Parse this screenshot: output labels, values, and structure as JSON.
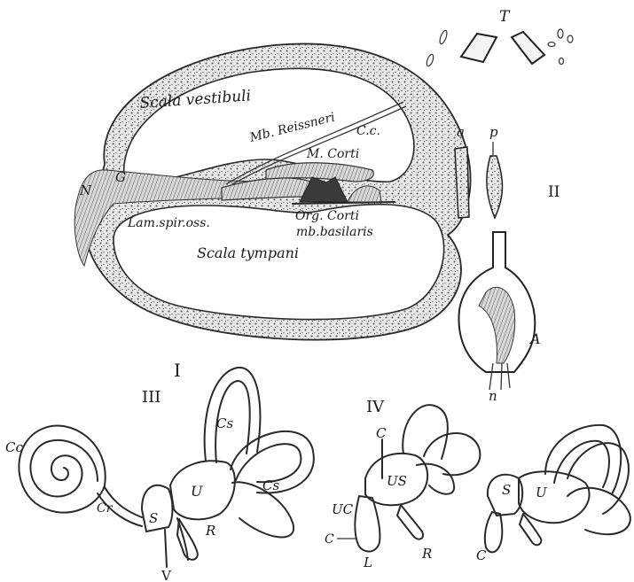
{
  "figure_I": {
    "roman_label": "I",
    "scala_vestibuli": "Scala vestibuli",
    "mb_reissneri": "Mb. Reissneri",
    "cc": "C.c.",
    "m_corti": "M. Corti",
    "n": "N",
    "g": "G",
    "lam_spir_oss": "Lam.spir.oss.",
    "org_corti": "Org. Corti",
    "mb_basilaris": "mb.basilaris",
    "scala_tympani": "Scala tympani"
  },
  "figure_II": {
    "roman_label": "II",
    "t": "T",
    "a": "a",
    "p": "p",
    "A": "A",
    "n": "n"
  },
  "figure_III": {
    "roman_label": "III",
    "cc": "Cc",
    "cs_top": "Cs",
    "cs_right": "Cs",
    "cr": "Cr",
    "s": "S",
    "u": "U",
    "r": "R",
    "v": "V"
  },
  "figure_IV": {
    "roman_label": "IV",
    "c_top": "C",
    "uc": "UC",
    "us": "US",
    "c_left": "C",
    "l": "L",
    "r": "R"
  },
  "figure_V": {
    "s": "S",
    "u": "U",
    "c": "C"
  }
}
